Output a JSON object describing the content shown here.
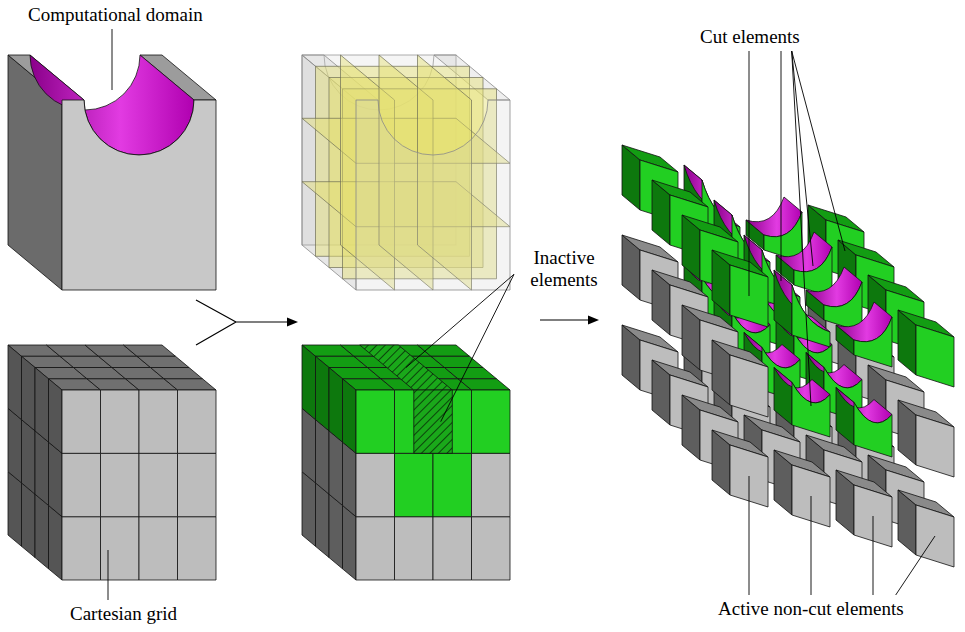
{
  "diagram": {
    "labels": [
      "Computational domain",
      "Cartesian grid",
      "Inactive elements",
      "Cut elements",
      "Active non-cut elements"
    ]
  }
}
